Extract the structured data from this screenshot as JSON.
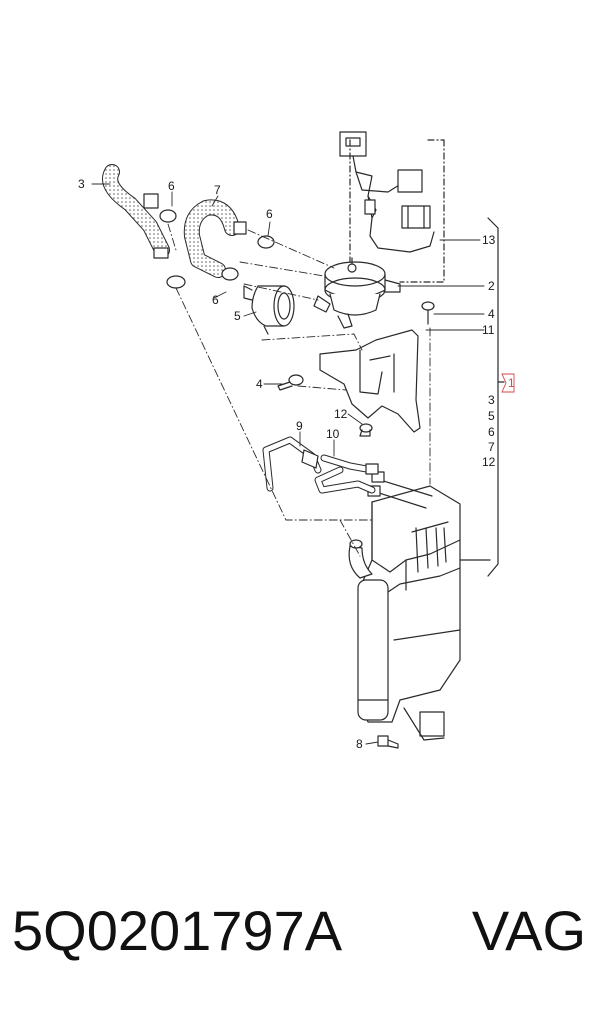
{
  "part": {
    "number": "5Q0201797A",
    "brand": "VAG"
  },
  "callouts": {
    "c1": "1",
    "c2": "2",
    "c3": "3",
    "c4a": "4",
    "c4b": "4",
    "c5": "5",
    "c6a": "6",
    "c6b": "6",
    "c6c": "6",
    "c7": "7",
    "c8": "8",
    "c9": "9",
    "c10": "10",
    "c11": "11",
    "c12": "12",
    "c13": "13"
  },
  "kit_contents": [
    "3",
    "5",
    "6",
    "7",
    "12"
  ],
  "colors": {
    "line": "#2a2a2a",
    "text": "#1a1a1a",
    "highlight": "#d04848",
    "hose_dots": "#666666"
  }
}
